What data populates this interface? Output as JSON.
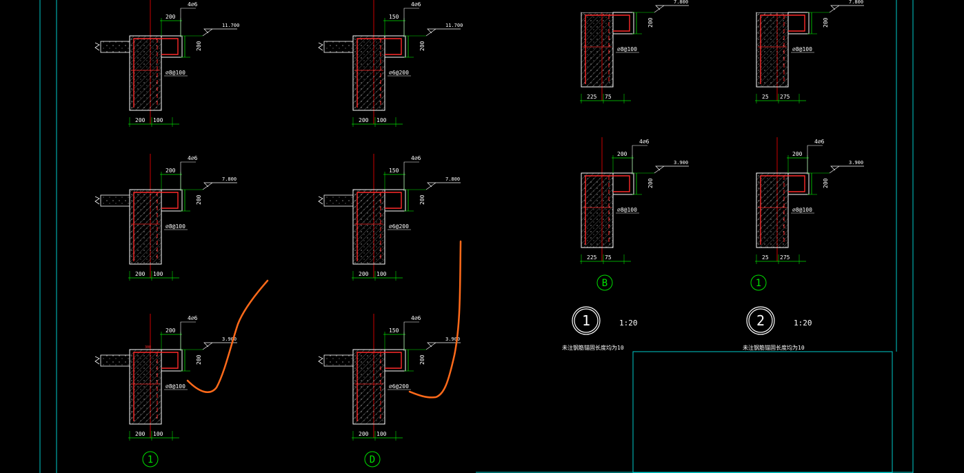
{
  "colors": {
    "background": "#000000",
    "frame": "#00cccc",
    "dimension": "#00e000",
    "concrete_outline": "#ffffff",
    "rebar": "#ff2a2a",
    "axis": "#cc0000",
    "hatch": "#bbbbbb",
    "annotation": "#ff6a1a"
  },
  "details": [
    {
      "top_dim": "200",
      "side_dim": "200",
      "bottom_left": "200",
      "bottom_right": "100",
      "bar": "4⌀6",
      "elev": "11.700",
      "stirrup": "⌀8@100"
    },
    {
      "top_dim": "150",
      "side_dim": "200",
      "bottom_left": "200",
      "bottom_right": "100",
      "bar": "4⌀6",
      "elev": "11.700",
      "stirrup": "⌀6@200"
    },
    {
      "top_dim": "200",
      "side_dim": "200",
      "bottom_left": "200",
      "bottom_right": "100",
      "bar": "4⌀6",
      "elev": "7.800",
      "stirrup": "⌀8@100"
    },
    {
      "top_dim": "150",
      "side_dim": "200",
      "bottom_left": "200",
      "bottom_right": "100",
      "bar": "4⌀6",
      "elev": "7.800",
      "stirrup": "⌀6@200"
    },
    {
      "top_dim": "200",
      "side_dim": "200",
      "bottom_left": "200",
      "bottom_right": "100",
      "bar": "4⌀6",
      "elev": "3.900",
      "stirrup": "⌀8@100",
      "small": "300"
    },
    {
      "top_dim": "150",
      "side_dim": "200",
      "bottom_left": "200",
      "bottom_right": "100",
      "bar": "4⌀6",
      "elev": "3.900",
      "stirrup": "⌀6@200"
    },
    {
      "top_dim": "",
      "side_dim": "200",
      "bottom_left": "225",
      "bottom_right": "75",
      "bar": "",
      "elev": "7.800",
      "stirrup": "⌀8@100"
    },
    {
      "top_dim": "",
      "side_dim": "200",
      "bottom_left": "25",
      "bottom_right": "275",
      "bar": "",
      "elev": "7.800",
      "stirrup": "⌀8@100"
    },
    {
      "top_dim": "200",
      "side_dim": "200",
      "bottom_left": "225",
      "bottom_right": "75",
      "bar": "4⌀6",
      "elev": "3.900",
      "stirrup": "⌀8@100"
    },
    {
      "top_dim": "200",
      "side_dim": "200",
      "bottom_left": "25",
      "bottom_right": "275",
      "bar": "4⌀6",
      "elev": "3.900",
      "stirrup": "⌀8@100"
    }
  ],
  "axis_labels": {
    "col1": "1",
    "col2": "D",
    "col3": "B",
    "col4": "1"
  },
  "section_marks": [
    {
      "num": "1",
      "scale": "1:20",
      "note": "未注钢筋锚固长度均为10"
    },
    {
      "num": "2",
      "scale": "1:20",
      "note": "未注钢筋锚固长度均为10"
    }
  ]
}
